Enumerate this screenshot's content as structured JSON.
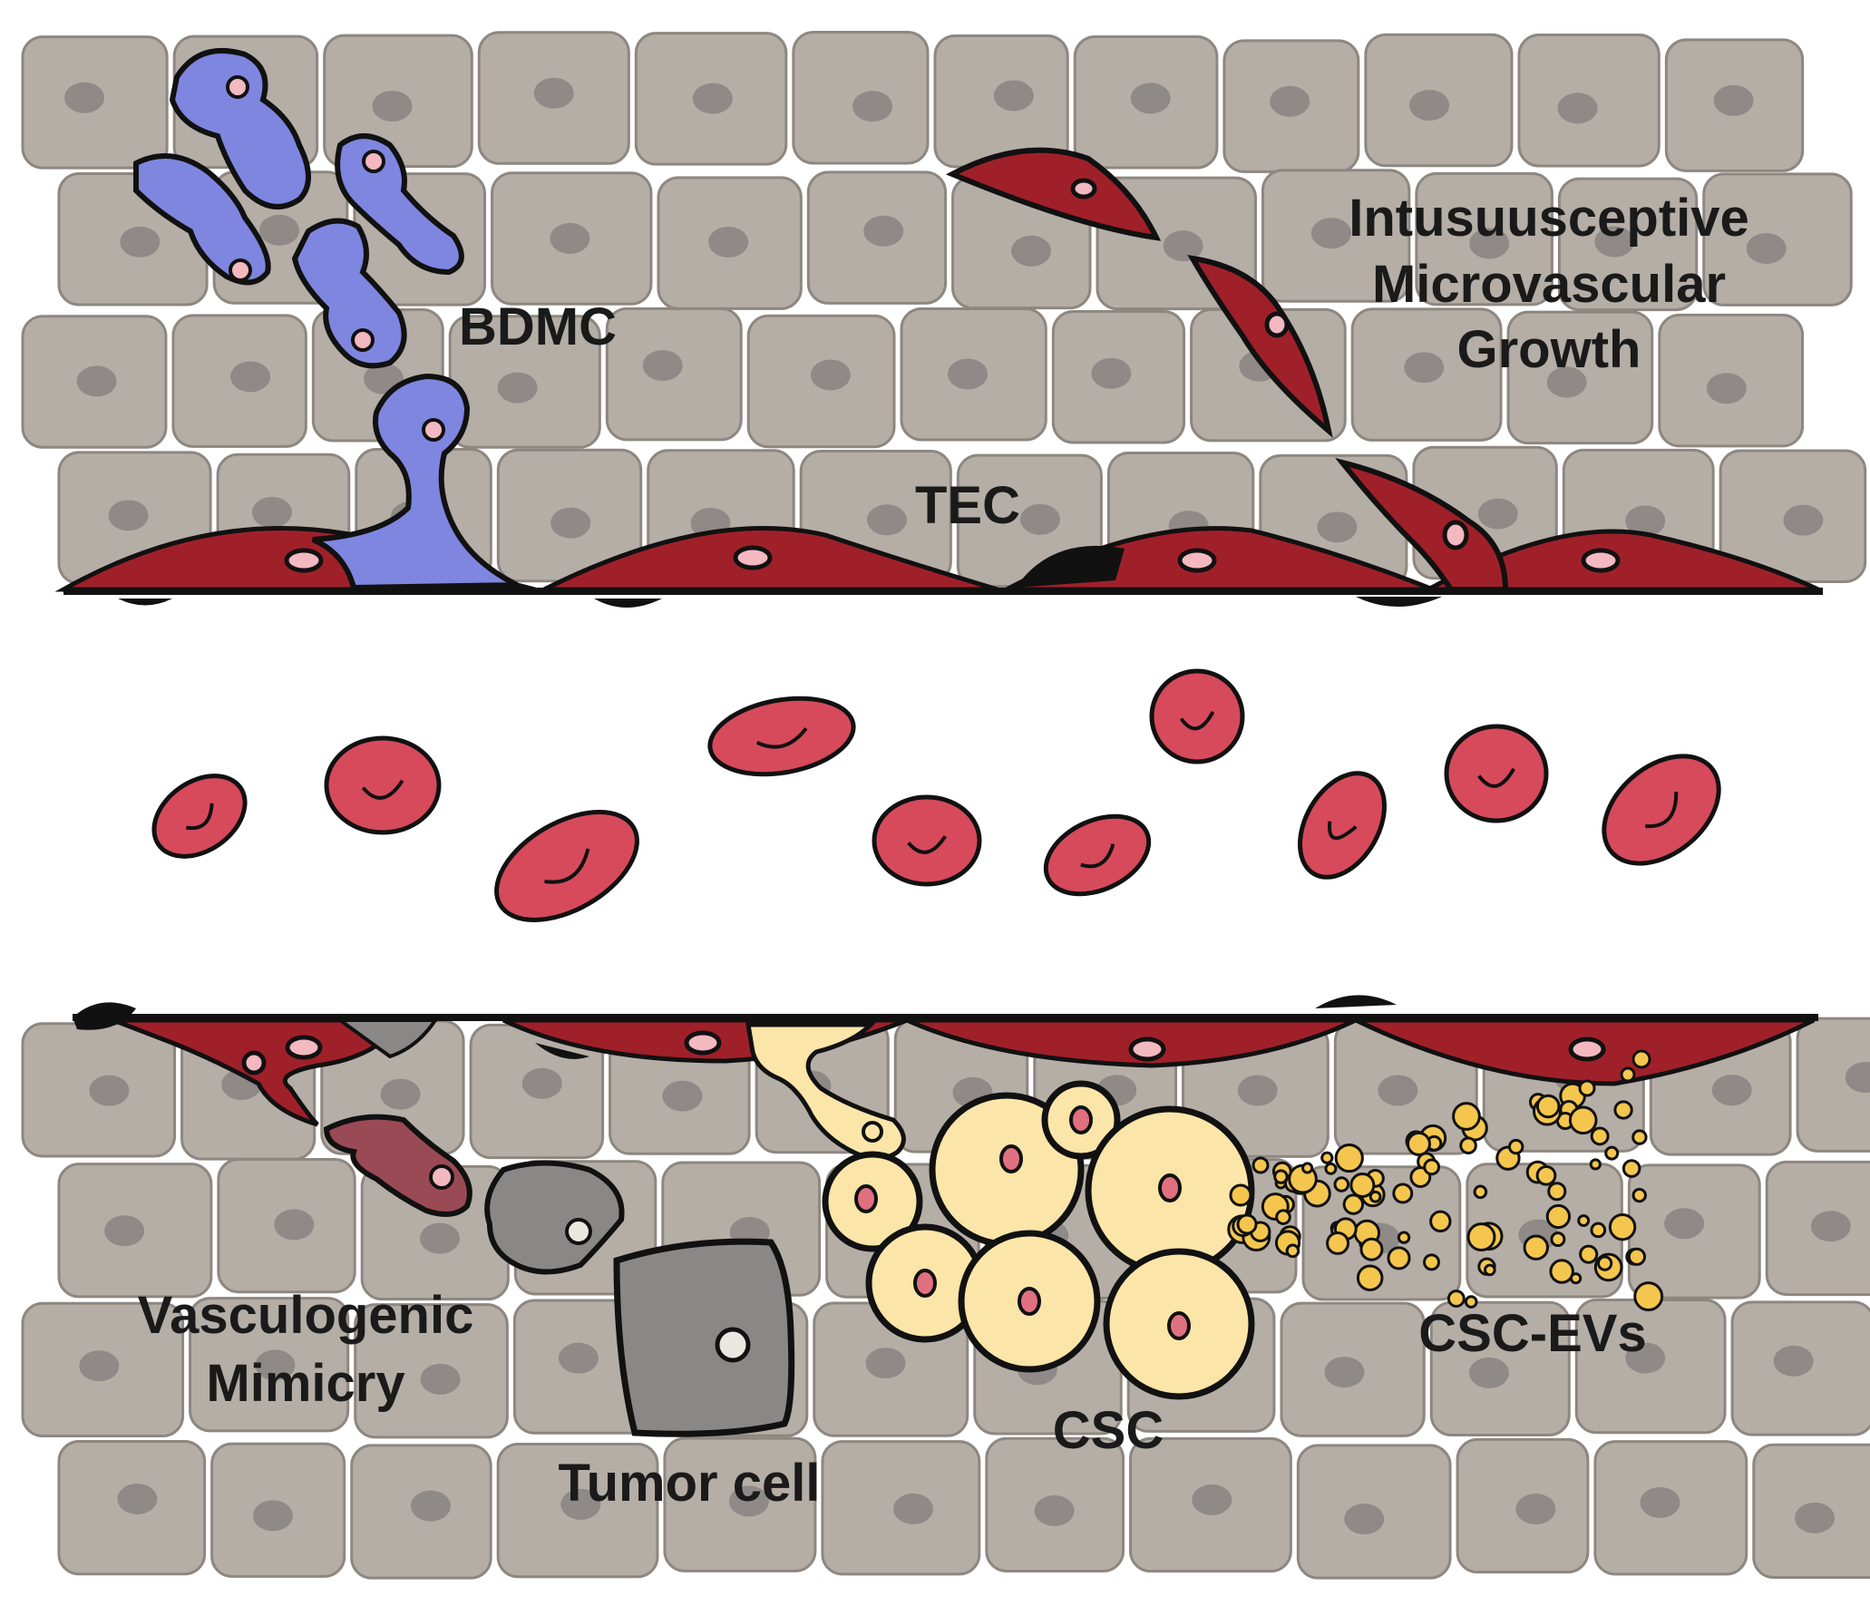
{
  "labels": {
    "bdmc": "BDMC",
    "tec": "TEC",
    "intussusceptive_line1": "Intusuusceptive",
    "intussusceptive_line2": "Microvascular",
    "intussusceptive_line3": "Growth",
    "vasculogenic_line1": "Vasculogenic",
    "vasculogenic_line2": "Mimicry",
    "tumor_cell": "Tumor cell",
    "csc": "CSC",
    "csc_evs": "CSC-EVs"
  },
  "colors": {
    "background": "#ffffff",
    "tissue_cell_fill": "#b5aea6",
    "tissue_cell_stroke": "#8e8780",
    "tissue_nucleus": "#8f8987",
    "endothelial_cell": "#a0202a",
    "endothelial_nucleus": "#f3b8c0",
    "red_blood_cell": "#d64a5c",
    "bdmc_cell": "#7f86e0",
    "csc_cell": "#fbe5a8",
    "csc_nucleus": "#e07080",
    "extracellular_vesicle": "#f4c64e",
    "tumor_cell": "#8a8886",
    "mimicry_cell": "#9a4a55",
    "outline": "#111111"
  }
}
